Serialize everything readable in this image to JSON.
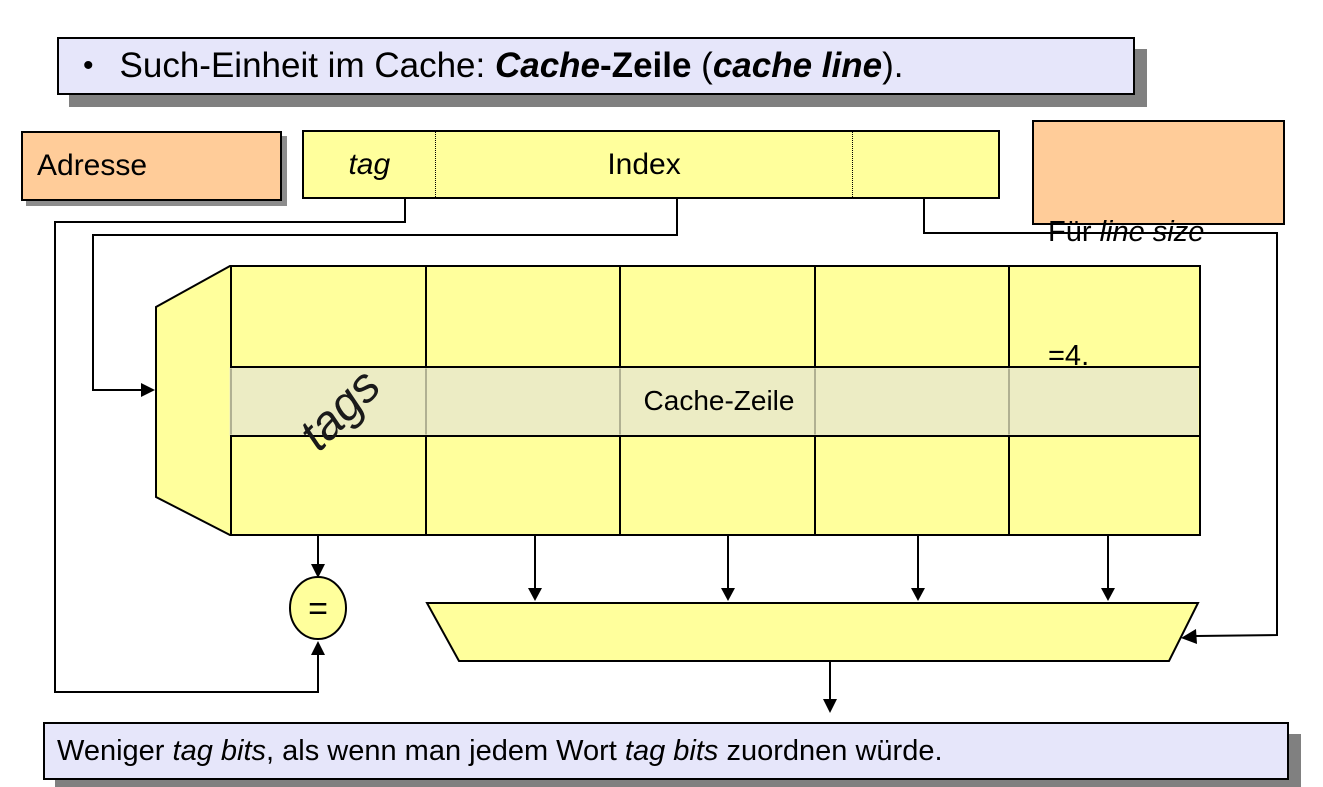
{
  "colors": {
    "lavender": "#e6e6fa",
    "orange": "#ffcc99",
    "yellow": "#ffff9c",
    "row_highlight": "#ececc4",
    "shadow_gray": "#808080",
    "line_black": "#000000"
  },
  "title": {
    "bullet": "•",
    "s1": "Such-Einheit im Cache: ",
    "s2": "Cache",
    "s3": "-Zeile",
    "s4": " (",
    "s5": "cache line",
    "s6": ")."
  },
  "address_label": "Adresse",
  "address_bar": {
    "tag": "tag",
    "index": "Index",
    "offset": ""
  },
  "line_size_note": {
    "s1": "Für ",
    "s2": "line size",
    "s3": "=4."
  },
  "cache_table": {
    "tags_label": "tags",
    "row_label": "Cache-Zeile"
  },
  "comparator": {
    "symbol": "="
  },
  "footer": {
    "s1": "Weniger ",
    "s2": "tag bits",
    "s3": ", als wenn man jedem Wort ",
    "s4": "tag bits",
    "s5": " zuordnen würde."
  }
}
